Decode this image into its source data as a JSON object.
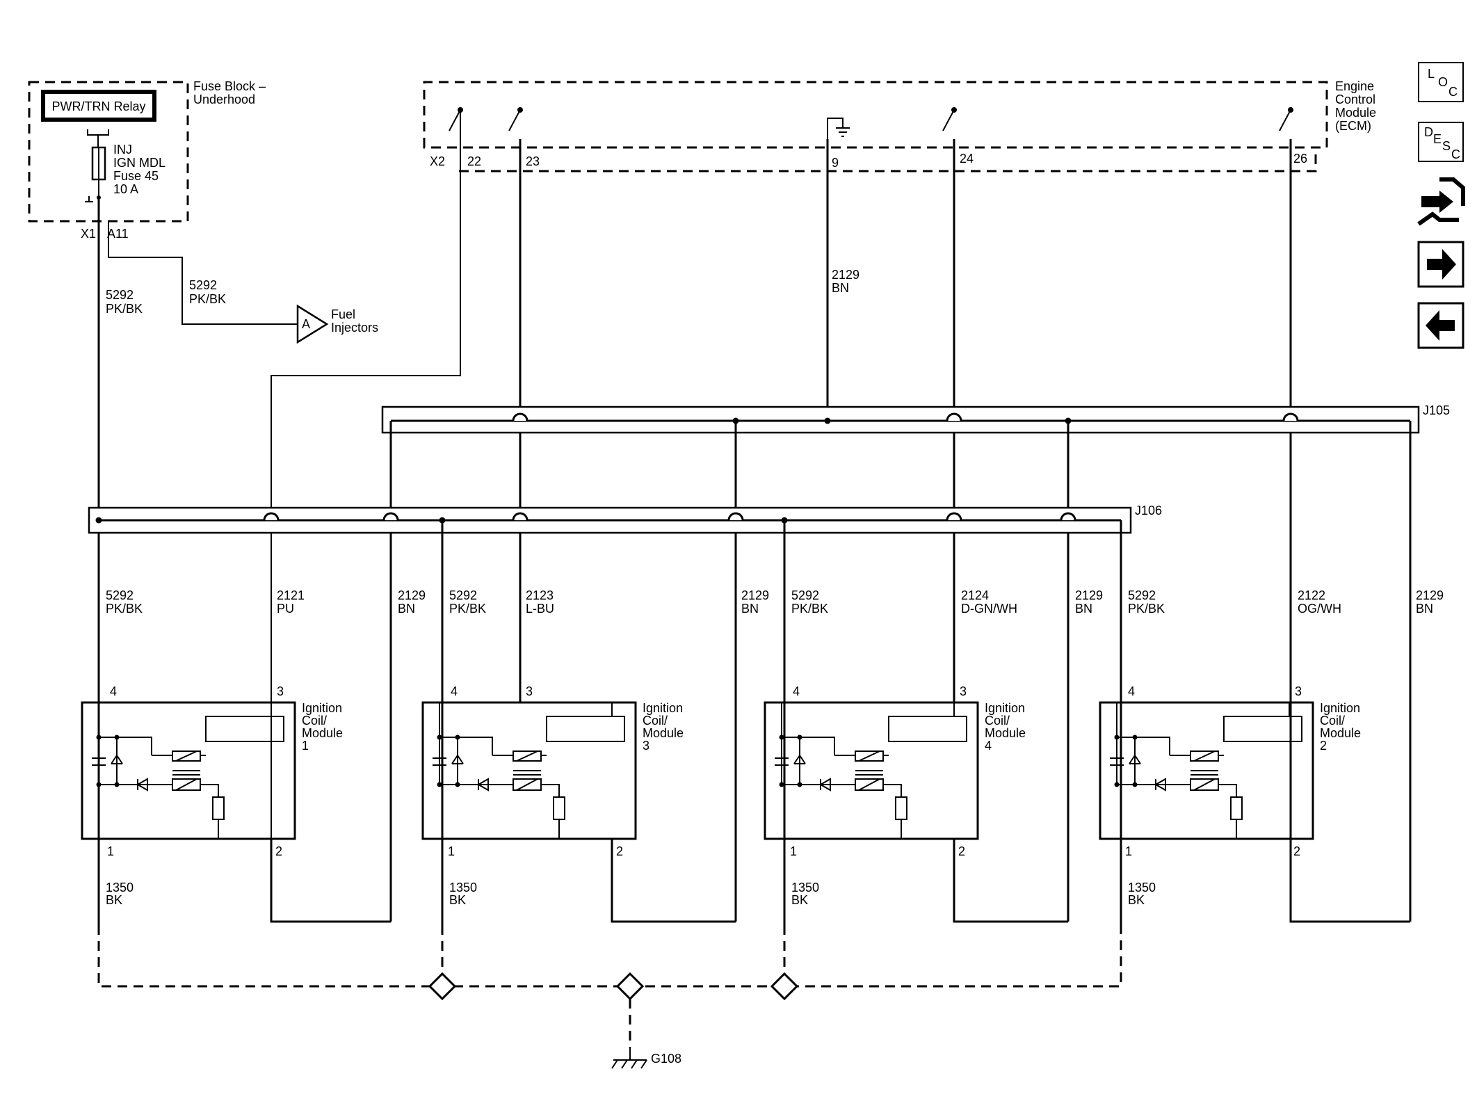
{
  "fuse_block": {
    "title_line1": "Fuse Block –",
    "title_line2": "Underhood",
    "relay_label": "PWR/TRN Relay",
    "fuse_line1": "INJ",
    "fuse_line2": "IGN MDL",
    "fuse_line3": "Fuse 45",
    "fuse_line4": "10 A",
    "connector": "X1",
    "pin": "A11"
  },
  "ecm": {
    "title_line1": "Engine",
    "title_line2": "Control",
    "title_line3": "Module",
    "title_line4": "(ECM)",
    "connector": "X2",
    "pins": [
      "22",
      "23",
      "9",
      "24",
      "26"
    ]
  },
  "wires": {
    "feed_left": {
      "circuit": "5292",
      "color": "PK/BK"
    },
    "feed_branch": {
      "circuit": "5292",
      "color": "PK/BK"
    },
    "ground_ecm": {
      "circuit": "2129",
      "color": "BN"
    },
    "coil_rows": [
      [
        {
          "circuit": "5292",
          "color": "PK/BK"
        },
        {
          "circuit": "2121",
          "color": "PU"
        },
        {
          "circuit": "2129",
          "color": "BN"
        }
      ],
      [
        {
          "circuit": "5292",
          "color": "PK/BK"
        },
        {
          "circuit": "2123",
          "color": "L-BU"
        },
        {
          "circuit": "2129",
          "color": "BN"
        }
      ],
      [
        {
          "circuit": "5292",
          "color": "PK/BK"
        },
        {
          "circuit": "2124",
          "color": "D-GN/WH"
        },
        {
          "circuit": "2129",
          "color": "BN"
        }
      ],
      [
        {
          "circuit": "5292",
          "color": "PK/BK"
        },
        {
          "circuit": "2122",
          "color": "OG/WH"
        },
        {
          "circuit": "2129",
          "color": "BN"
        }
      ]
    ],
    "coil_ground": {
      "circuit": "1350",
      "color": "BK"
    }
  },
  "injectors": {
    "connector": "A",
    "label_line1": "Fuel",
    "label_line2": "Injectors"
  },
  "splices": {
    "j105": "J105",
    "j106": "J106"
  },
  "coils": [
    {
      "line1": "Ignition",
      "line2": "Coil/",
      "line3": "Module",
      "number": "1",
      "pin_top_left": "4",
      "pin_top_right": "3",
      "pin_bottom_left": "1",
      "pin_bottom_right": "2"
    },
    {
      "line1": "Ignition",
      "line2": "Coil/",
      "line3": "Module",
      "number": "3",
      "pin_top_left": "4",
      "pin_top_right": "3",
      "pin_bottom_left": "1",
      "pin_bottom_right": "2"
    },
    {
      "line1": "Ignition",
      "line2": "Coil/",
      "line3": "Module",
      "number": "4",
      "pin_top_left": "4",
      "pin_top_right": "3",
      "pin_bottom_left": "1",
      "pin_bottom_right": "2"
    },
    {
      "line1": "Ignition",
      "line2": "Coil/",
      "line3": "Module",
      "number": "2",
      "pin_top_left": "4",
      "pin_top_right": "3",
      "pin_bottom_left": "1",
      "pin_bottom_right": "2"
    }
  ],
  "ground": {
    "label": "G108"
  },
  "nav": {
    "loc": [
      "L",
      "O",
      "C"
    ],
    "desc": [
      "D",
      "E",
      "S",
      "C"
    ],
    "icons": [
      "connector-icon",
      "next-arrow-icon",
      "previous-arrow-icon"
    ]
  }
}
